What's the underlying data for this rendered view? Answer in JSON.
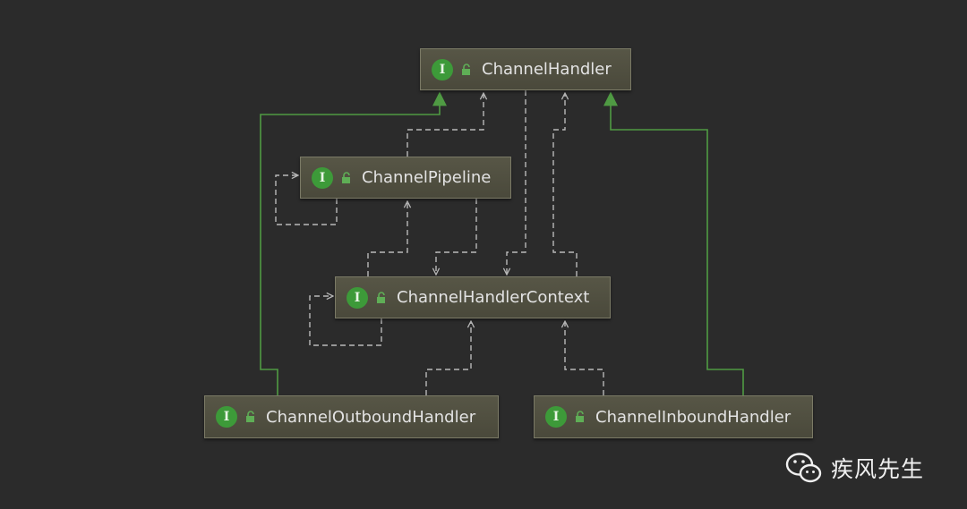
{
  "diagram": {
    "nodes": [
      {
        "id": "channel-handler",
        "label": "ChannelHandler",
        "badge": "I"
      },
      {
        "id": "channel-pipeline",
        "label": "ChannelPipeline",
        "badge": "I"
      },
      {
        "id": "channel-handler-context",
        "label": "ChannelHandlerContext",
        "badge": "I"
      },
      {
        "id": "channel-outbound-handler",
        "label": "ChannelOutboundHandler",
        "badge": "I"
      },
      {
        "id": "channel-inbound-handler",
        "label": "ChannelInboundHandler",
        "badge": "I"
      }
    ],
    "edges": [
      {
        "from": "channel-outbound-handler",
        "to": "channel-handler",
        "kind": "extends"
      },
      {
        "from": "channel-inbound-handler",
        "to": "channel-handler",
        "kind": "extends"
      },
      {
        "from": "channel-pipeline",
        "to": "channel-handler",
        "kind": "dependency"
      },
      {
        "from": "channel-handler",
        "to": "channel-handler-context",
        "kind": "dependency"
      },
      {
        "from": "channel-handler-context",
        "to": "channel-handler",
        "kind": "dependency"
      },
      {
        "from": "channel-pipeline",
        "to": "channel-pipeline",
        "kind": "dependency"
      },
      {
        "from": "channel-handler-context",
        "to": "channel-pipeline",
        "kind": "dependency"
      },
      {
        "from": "channel-pipeline",
        "to": "channel-handler-context",
        "kind": "dependency"
      },
      {
        "from": "channel-handler-context",
        "to": "channel-handler-context",
        "kind": "dependency"
      },
      {
        "from": "channel-outbound-handler",
        "to": "channel-handler-context",
        "kind": "dependency"
      },
      {
        "from": "channel-inbound-handler",
        "to": "channel-handler-context",
        "kind": "dependency"
      }
    ]
  },
  "colors": {
    "background": "#2b2b2b",
    "extends_edge": "#4f9a43",
    "dependency_edge": "#b9b9b9",
    "node_fill": "#525142",
    "badge": "#3d9a39"
  },
  "watermark": {
    "text": "疾风先生",
    "icon": "wechat-icon"
  }
}
